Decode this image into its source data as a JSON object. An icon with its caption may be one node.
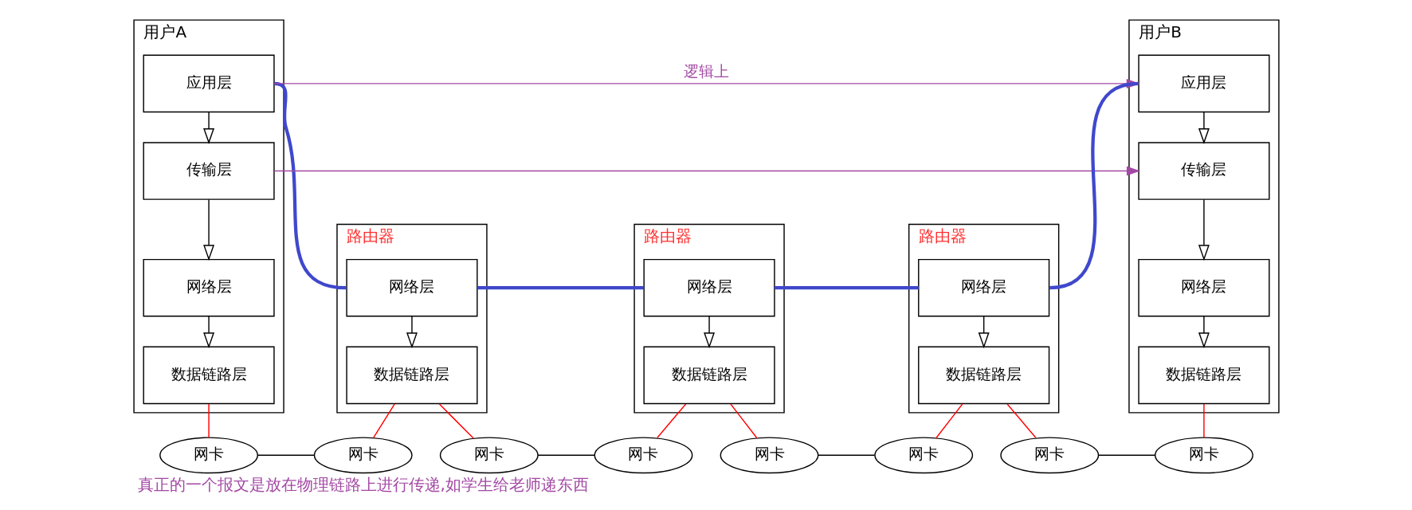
{
  "diagram": {
    "caption": "真正的一个报文是放在物理链路上进行传递,如学生给老师递东西",
    "nodes": [
      {
        "text": [
          "用户A"
        ]
      },
      {
        "text": [
          "应用层"
        ],
        "in": 0
      },
      {
        "text": [
          "传输层"
        ],
        "in": 0
      },
      {
        "text": [
          "网络层"
        ],
        "in": 0
      },
      {
        "text": [
          "数据链路层"
        ],
        "in": 0
      },
      {
        "text": [
          "网卡"
        ]
      },
      {
        "text": [
          "路由器"
        ]
      },
      {
        "text": [
          "网络层"
        ],
        "in": 6
      },
      {
        "text": [
          "数据链路层"
        ],
        "in": 6
      },
      {
        "text": [
          "网卡"
        ]
      },
      {
        "text": [
          "网卡"
        ]
      },
      {
        "text": [
          "路由器"
        ]
      },
      {
        "text": [
          "网络层"
        ],
        "in": 11
      },
      {
        "text": [
          "数据链路层"
        ],
        "in": 11
      },
      {
        "text": [
          "网卡"
        ]
      },
      {
        "text": [
          "网卡"
        ]
      },
      {
        "text": [
          "路由器"
        ]
      },
      {
        "text": [
          "网络层"
        ],
        "in": 16
      },
      {
        "text": [
          "数据链路层"
        ],
        "in": 16
      },
      {
        "text": [
          "网卡"
        ]
      },
      {
        "text": [
          "网卡"
        ]
      },
      {
        "text": [
          "用户B"
        ]
      },
      {
        "text": [
          "应用层"
        ],
        "in": 21
      },
      {
        "text": [
          "传输层"
        ],
        "in": 21
      },
      {
        "text": [
          "网络层"
        ],
        "in": 21
      },
      {
        "text": [
          "数据链路层"
        ],
        "in": 21
      },
      {
        "text": [
          "网卡"
        ]
      }
    ],
    "edges": [
      {
        "from": 1,
        "to": 2,
        "arrow": "to"
      },
      {
        "from": 2,
        "to": 3,
        "arrow": "to"
      },
      {
        "from": 3,
        "to": 4,
        "arrow": "to"
      },
      {
        "from": 7,
        "to": 8,
        "arrow": "to"
      },
      {
        "from": 12,
        "to": 13,
        "arrow": "to"
      },
      {
        "from": 17,
        "to": 18,
        "arrow": "to"
      },
      {
        "from": 22,
        "to": 23,
        "arrow": "to"
      },
      {
        "from": 23,
        "to": 24,
        "arrow": "to"
      },
      {
        "from": 24,
        "to": 25,
        "arrow": "to"
      },
      {
        "from": 4,
        "to": 5,
        "arrow": "none",
        "color": "#ff0000"
      },
      {
        "from": 8,
        "to": 9,
        "arrow": "none",
        "color": "#ff0000"
      },
      {
        "from": 8,
        "to": 10,
        "arrow": "none",
        "color": "#ff0000"
      },
      {
        "from": 13,
        "to": 14,
        "arrow": "none",
        "color": "#ff0000"
      },
      {
        "from": 13,
        "to": 15,
        "arrow": "none",
        "color": "#ff0000"
      },
      {
        "from": 18,
        "to": 19,
        "arrow": "none",
        "color": "#ff0000"
      },
      {
        "from": 18,
        "to": 20,
        "arrow": "none",
        "color": "#ff0000"
      },
      {
        "from": 25,
        "to": 26,
        "arrow": "none",
        "color": "#ff0000"
      },
      {
        "from": 5,
        "to": 9,
        "arrow": "none"
      },
      {
        "from": 10,
        "to": 14,
        "arrow": "none"
      },
      {
        "from": 15,
        "to": 19,
        "arrow": "none"
      },
      {
        "from": 20,
        "to": 26,
        "arrow": "none"
      },
      {
        "from": 1,
        "to": 7,
        "arrow": "none",
        "style": "thick",
        "color": "#3f48cc"
      },
      {
        "from": 7,
        "to": 12,
        "arrow": "none",
        "style": "thick",
        "color": "#3f48cc"
      },
      {
        "from": 12,
        "to": 17,
        "arrow": "none",
        "style": "thick",
        "color": "#3f48cc"
      },
      {
        "from": 17,
        "to": 22,
        "arrow": "none",
        "style": "thick",
        "color": "#3f48cc"
      },
      {
        "from": 1,
        "to": 22,
        "arrow": "to",
        "label": "逻辑上",
        "color": "#a349a4"
      },
      {
        "from": 2,
        "to": 23,
        "arrow": "to",
        "color": "#a349a4"
      }
    ]
  }
}
